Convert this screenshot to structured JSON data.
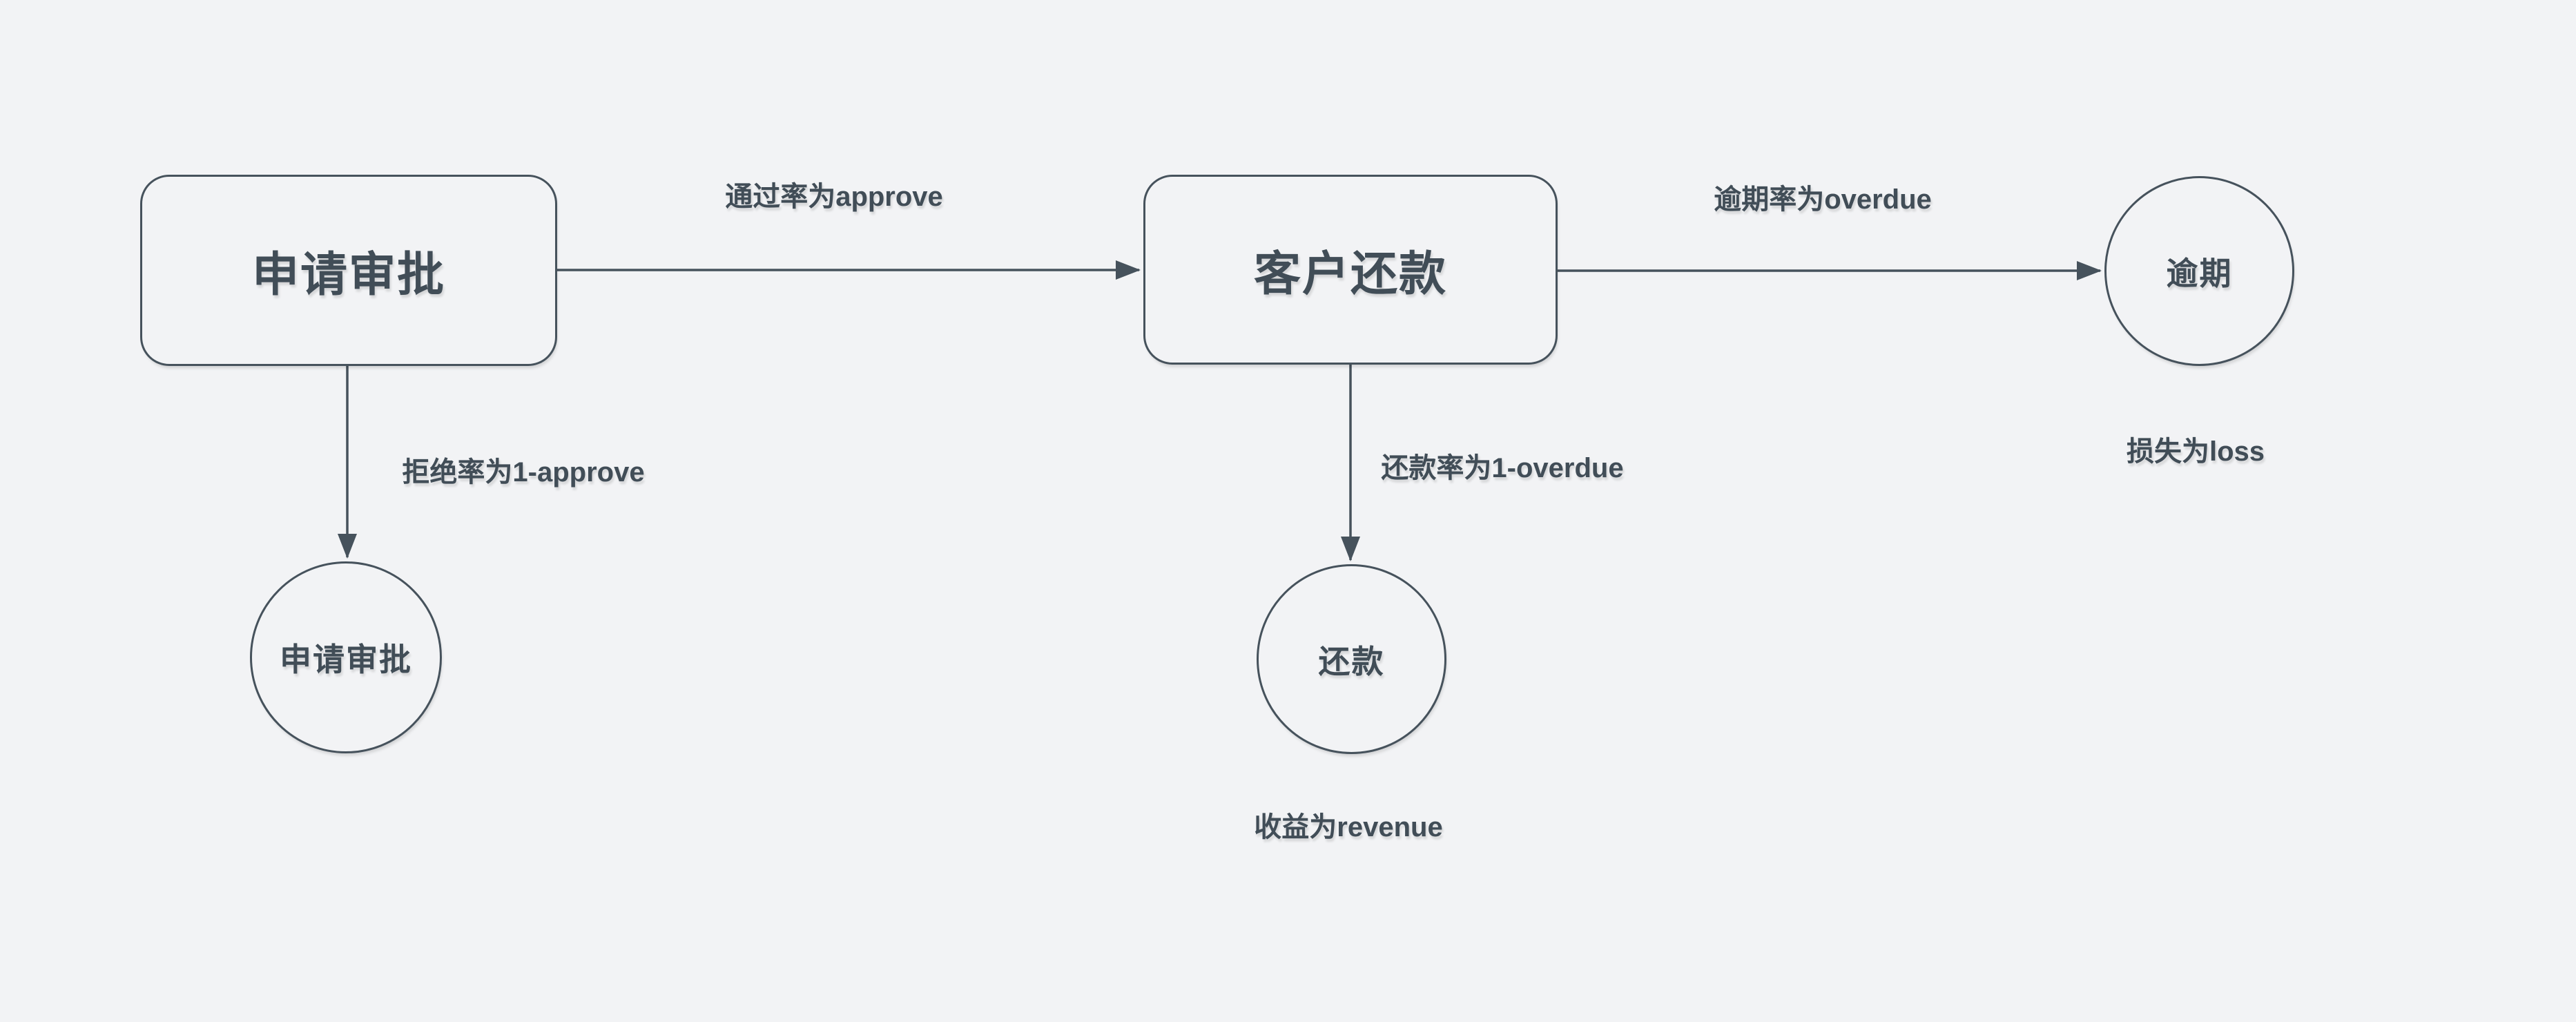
{
  "theme": {
    "canvas_background": "#F2F3F5",
    "stroke_color": "#46525C",
    "text_color": "#414D57"
  },
  "diagram": {
    "nodes": [
      {
        "id": "approval-box",
        "shape": "rounded-rectangle",
        "label": "申请审批"
      },
      {
        "id": "repayment-box",
        "shape": "rounded-rectangle",
        "label": "客户还款"
      },
      {
        "id": "rejected-circle",
        "shape": "circle",
        "label": "申请审批"
      },
      {
        "id": "repaid-circle",
        "shape": "circle",
        "label": "还款"
      },
      {
        "id": "overdue-circle",
        "shape": "circle",
        "label": "逾期"
      }
    ],
    "edges": [
      {
        "from": "approval-box",
        "to": "repayment-box",
        "direction": "right",
        "label": "通过率为approve"
      },
      {
        "from": "repayment-box",
        "to": "overdue-circle",
        "direction": "right",
        "label": "逾期率为overdue"
      },
      {
        "from": "approval-box",
        "to": "rejected-circle",
        "direction": "down",
        "label": "拒绝率为1-approve"
      },
      {
        "from": "repayment-box",
        "to": "repaid-circle",
        "direction": "down",
        "label": "还款率为1-overdue"
      }
    ],
    "annotations": [
      {
        "near": "overdue-circle",
        "text": "损失为loss"
      },
      {
        "near": "repaid-circle",
        "text": "收益为revenue"
      }
    ]
  }
}
